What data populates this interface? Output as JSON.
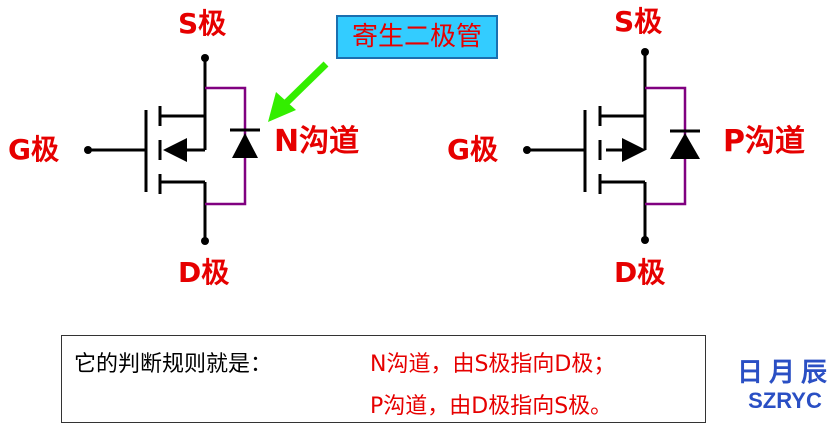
{
  "left_mosfet": {
    "source_label": "S极",
    "drain_label": "D极",
    "gate_label": "G极",
    "channel_label": "N沟道",
    "callout": "寄生二极管"
  },
  "right_mosfet": {
    "source_label": "S极",
    "drain_label": "D极",
    "gate_label": "G极",
    "channel_label": "P沟道"
  },
  "rule": {
    "intro": "它的判断规则就是：",
    "n_rule": "N沟道，由S极指向D极；",
    "p_rule": "P沟道，由D极指向S极。"
  },
  "logo": {
    "chinese": "日月辰",
    "english": "SZRYC"
  },
  "colors": {
    "label": "#e60000",
    "wire": "#000000",
    "diode_loop": "#800080",
    "callout_bg": "#33ccff",
    "arrow": "#33ee00",
    "logo": "#2a4fc4"
  }
}
